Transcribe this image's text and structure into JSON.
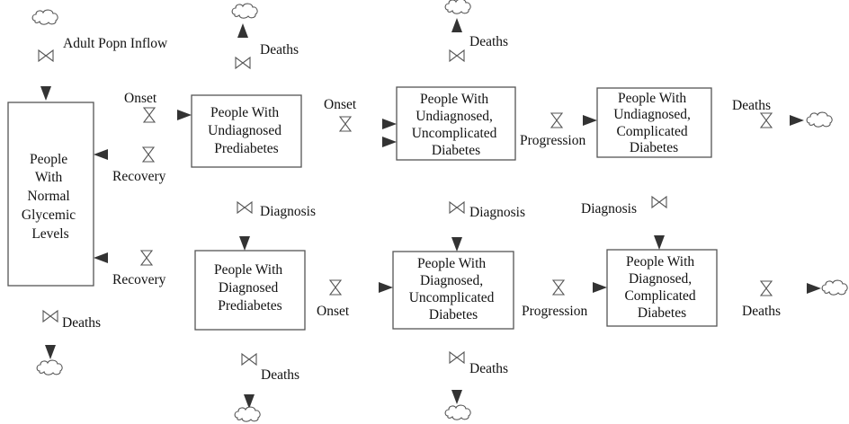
{
  "title": "Diabetes system dynamics stock-and-flow diagram",
  "stocks": {
    "normal": {
      "lines": [
        "People",
        "With",
        "Normal",
        "Glycemic",
        "Levels"
      ]
    },
    "undiag_pre": {
      "lines": [
        "People With",
        "Undiagnosed",
        "Prediabetes"
      ]
    },
    "diag_pre": {
      "lines": [
        "People With",
        "Diagnosed",
        "Prediabetes"
      ]
    },
    "undiag_uncomp": {
      "lines": [
        "People With",
        "Undiagnosed,",
        "Uncomplicated",
        "Diabetes"
      ]
    },
    "undiag_comp": {
      "lines": [
        "People With",
        "Undiagnosed,",
        "Complicated",
        "Diabetes"
      ]
    },
    "diag_uncomp": {
      "lines": [
        "People With",
        "Diagnosed,",
        "Uncomplicated",
        "Diabetes"
      ]
    },
    "diag_comp": {
      "lines": [
        "People With",
        "Diagnosed,",
        "Complicated",
        "Diabetes"
      ]
    }
  },
  "flows": {
    "adult_inflow": "Adult Popn Inflow",
    "onset_normal_to_undiag_pre": "Onset",
    "recovery_undiag_pre": "Recovery",
    "recovery_diag_pre": "Recovery",
    "deaths_normal": "Deaths",
    "deaths_undiag_pre": "Deaths",
    "diagnosis_pre": "Diagnosis",
    "deaths_diag_pre": "Deaths",
    "onset_undiag_pre_to_diab": "Onset",
    "onset_diag_pre_to_diab": "Onset",
    "deaths_undiag_uncomp": "Deaths",
    "diagnosis_uncomp": "Diagnosis",
    "deaths_diag_uncomp": "Deaths",
    "progression_undiag": "Progression",
    "progression_diag": "Progression",
    "deaths_undiag_comp": "Deaths",
    "diagnosis_comp": "Diagnosis",
    "deaths_diag_comp": "Deaths"
  }
}
